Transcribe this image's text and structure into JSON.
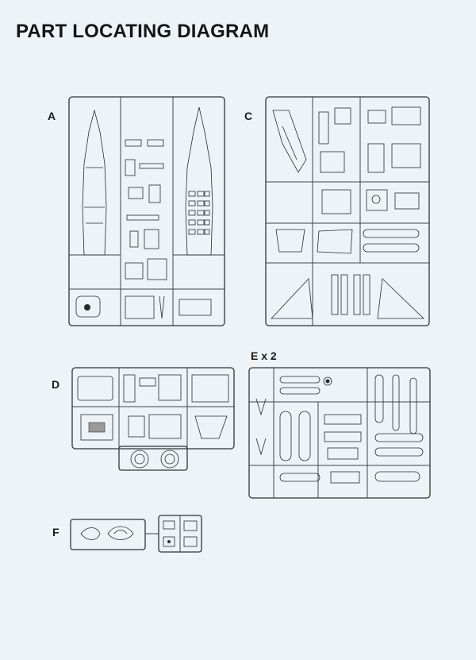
{
  "page": {
    "title": "PART LOCATING DIAGRAM"
  },
  "sprues": {
    "a": {
      "label": "A"
    },
    "c": {
      "label": "C"
    },
    "d": {
      "label": "D"
    },
    "e": {
      "label": "E x 2"
    },
    "f": {
      "label": "F"
    }
  }
}
